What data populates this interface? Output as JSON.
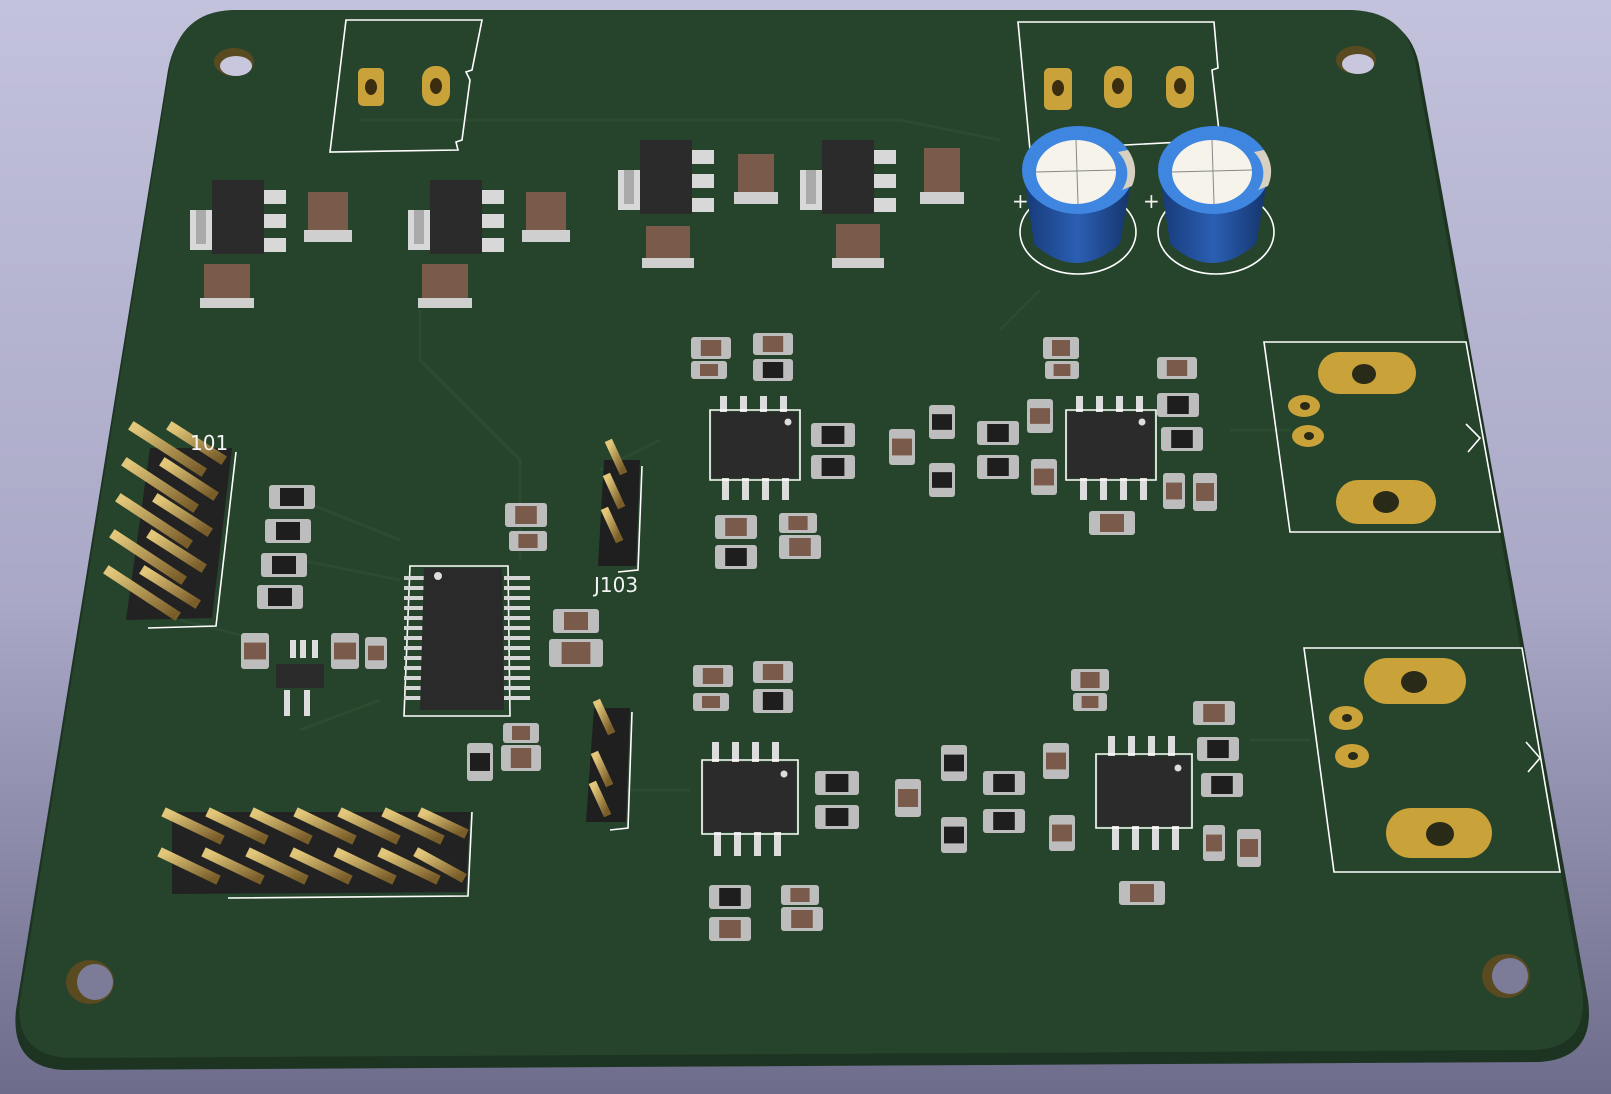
{
  "scene": {
    "type": "pcb-3d-render",
    "colors": {
      "background_top": "#c3c2dc",
      "background_bottom": "#6d6c8a",
      "board": "#26432c",
      "board_edge": "#1d3422",
      "silkscreen": "#ffffff",
      "pad_gold": "#c9a23a",
      "ic_body": "#2b2b2b",
      "cap_body": "#7a5a4a",
      "electrolytic_blue": "#2f6fc9"
    },
    "labels": {
      "j101": "101",
      "j103": "J103"
    },
    "components": {
      "regulators": 4,
      "electrolytic_capacitors": 2,
      "soic8_chips": 4,
      "ssop_chip": 1,
      "pin_headers": 4,
      "output_connectors": 2,
      "mounting_holes": 4
    }
  }
}
